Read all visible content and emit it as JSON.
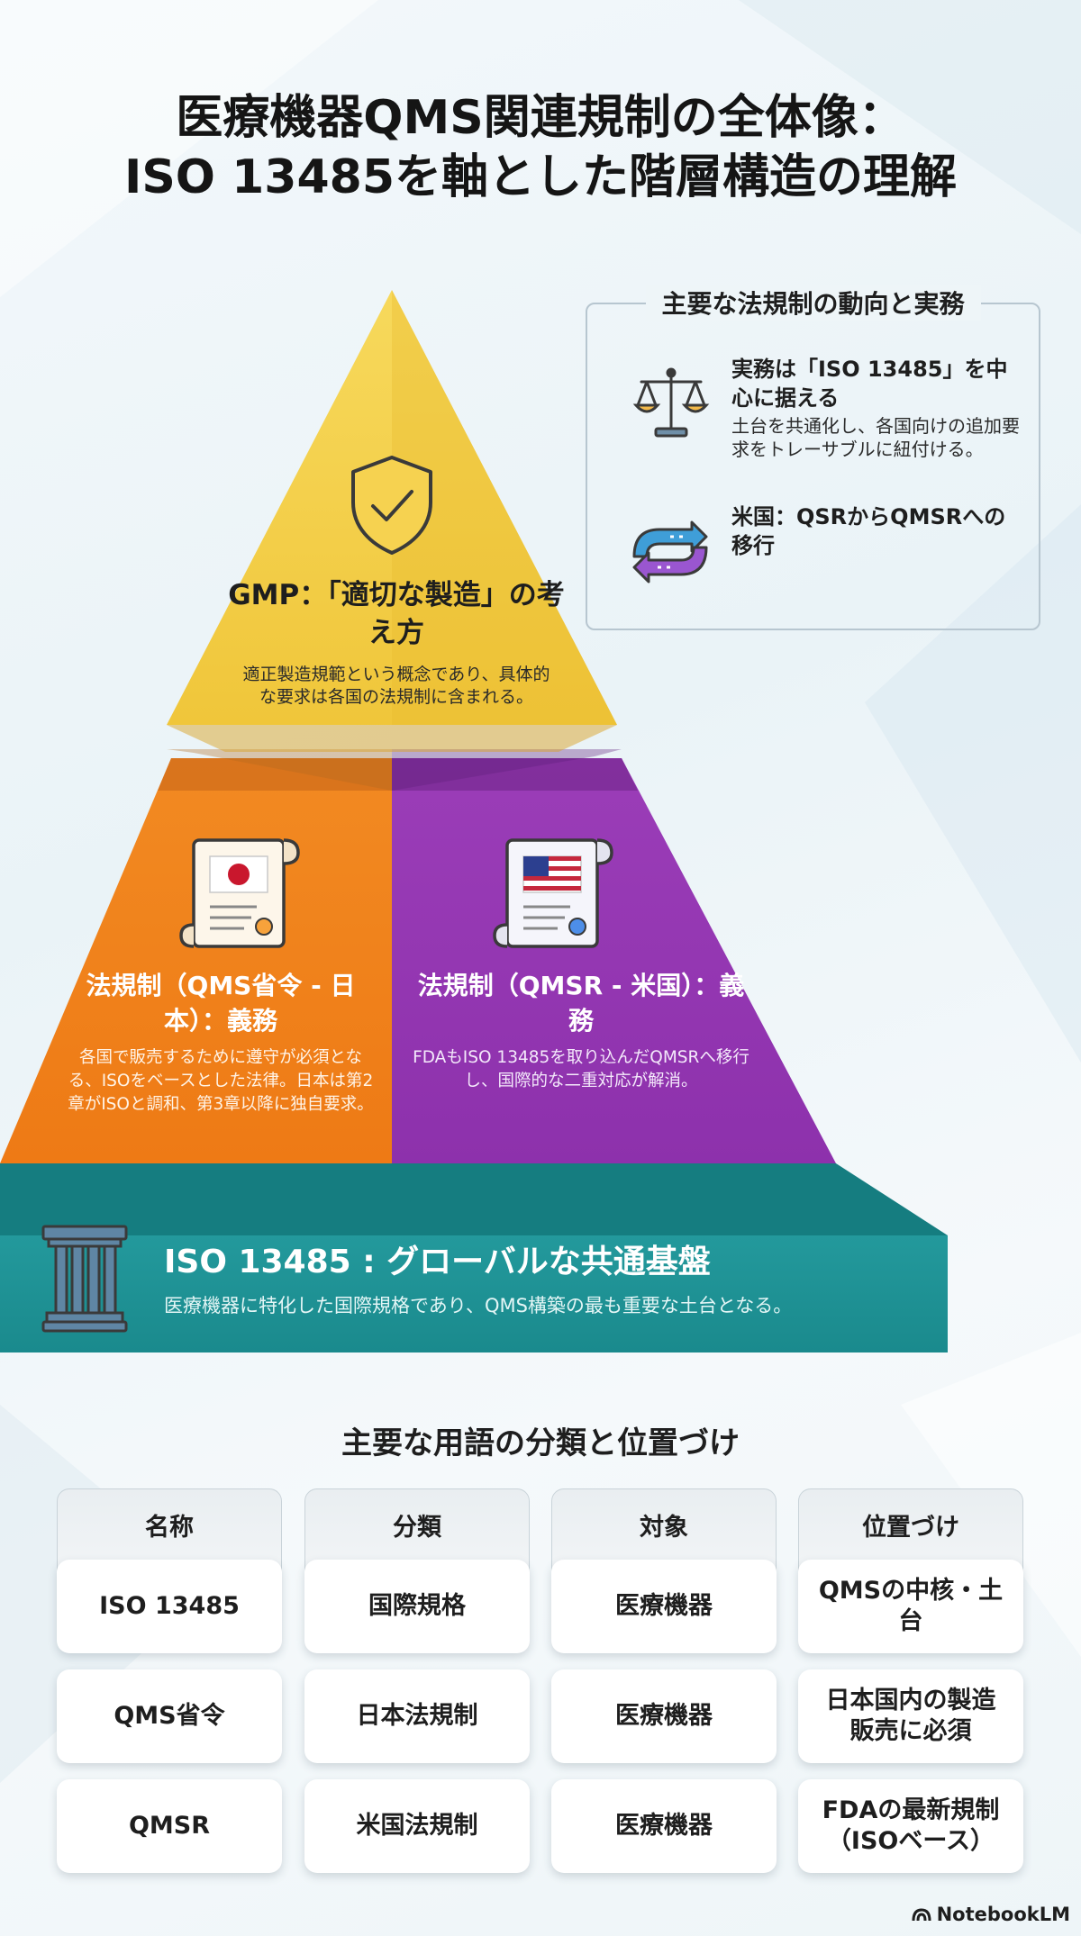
{
  "title": {
    "line1": "医療機器QMS関連規制の全体像：",
    "line2": "ISO 13485を軸とした階層構造の理解"
  },
  "pyramid": {
    "top": {
      "title": "GMP：「適切な製造」の考え方",
      "description": "適正製造規範という概念であり、具体的な要求は各国の法規制に含まれる。",
      "color": "#f4cf45",
      "icon": "shield-check-icon"
    },
    "left": {
      "title": "法規制（QMS省令 - 日本）：義務",
      "description": "各国で販売するために遵守が必須となる、ISOをベースとした法律。日本は第2章がISOと調和、第3章以降に独自要求。",
      "color": "#f07f1c",
      "icon": "japan-flag-document-icon"
    },
    "right": {
      "title": "法規制（QMSR - 米国）：義務",
      "description": "FDAもISO 13485を取り込んだQMSRへ移行し、国際的な二重対応が解消。",
      "color": "#9335b2",
      "icon": "us-flag-document-icon"
    },
    "base": {
      "title": "ISO 13485 : グローバルな共通基盤",
      "description": "医療機器に特化した国際規格であり、QMS構築の最も重要な土台となる。",
      "color": "#1d8f92",
      "icon": "pillar-icon"
    }
  },
  "trends": {
    "title": "主要な法規制の動向と実務",
    "items": [
      {
        "icon": "scales-icon",
        "heading": "実務は「ISO 13485」を中心に据える",
        "body": "土台を共通化し、各国向けの追加要求をトレーサブルに紐付ける。"
      },
      {
        "icon": "transition-arrows-icon",
        "heading": "米国：QSRからQMSRへの移行",
        "body": ""
      }
    ]
  },
  "table": {
    "title": "主要な用語の分類と位置づけ",
    "headers": [
      "名称",
      "分類",
      "対象",
      "位置づけ"
    ],
    "rows": [
      [
        "ISO 13485",
        "国際規格",
        "医療機器",
        "QMSの中核・土台"
      ],
      [
        "QMS省令",
        "日本法規制",
        "医療機器",
        "日本国内の製造\n販売に必須"
      ],
      [
        "QMSR",
        "米国法規制",
        "医療機器",
        "FDAの最新規制\n（ISOベース）"
      ]
    ]
  },
  "brand": "NotebookLM"
}
